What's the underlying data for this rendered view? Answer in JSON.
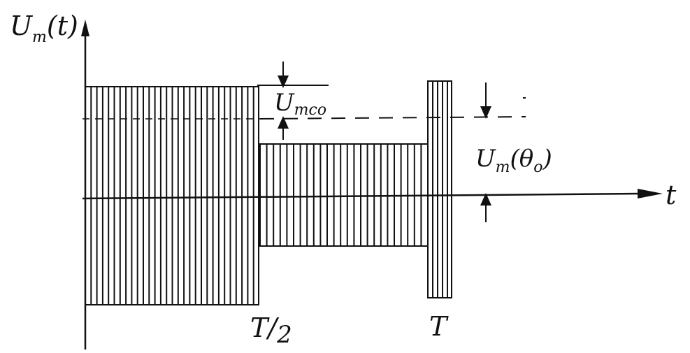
{
  "diagram": {
    "y_axis_label": {
      "main": "U",
      "sub": "m",
      "arg": "(t)"
    },
    "x_axis_label": "t",
    "amplitude_label": {
      "main": "U",
      "sub": "mco"
    },
    "theta_label": {
      "main": "U",
      "sub": "m",
      "arg_open": "(θ",
      "arg_sub": "o",
      "arg_close": ")"
    },
    "half_period_label": {
      "num": "T",
      "slash": "/",
      "den": "2"
    },
    "period_label": "T",
    "colors": {
      "ink": "#111111",
      "background": "#ffffff"
    }
  }
}
